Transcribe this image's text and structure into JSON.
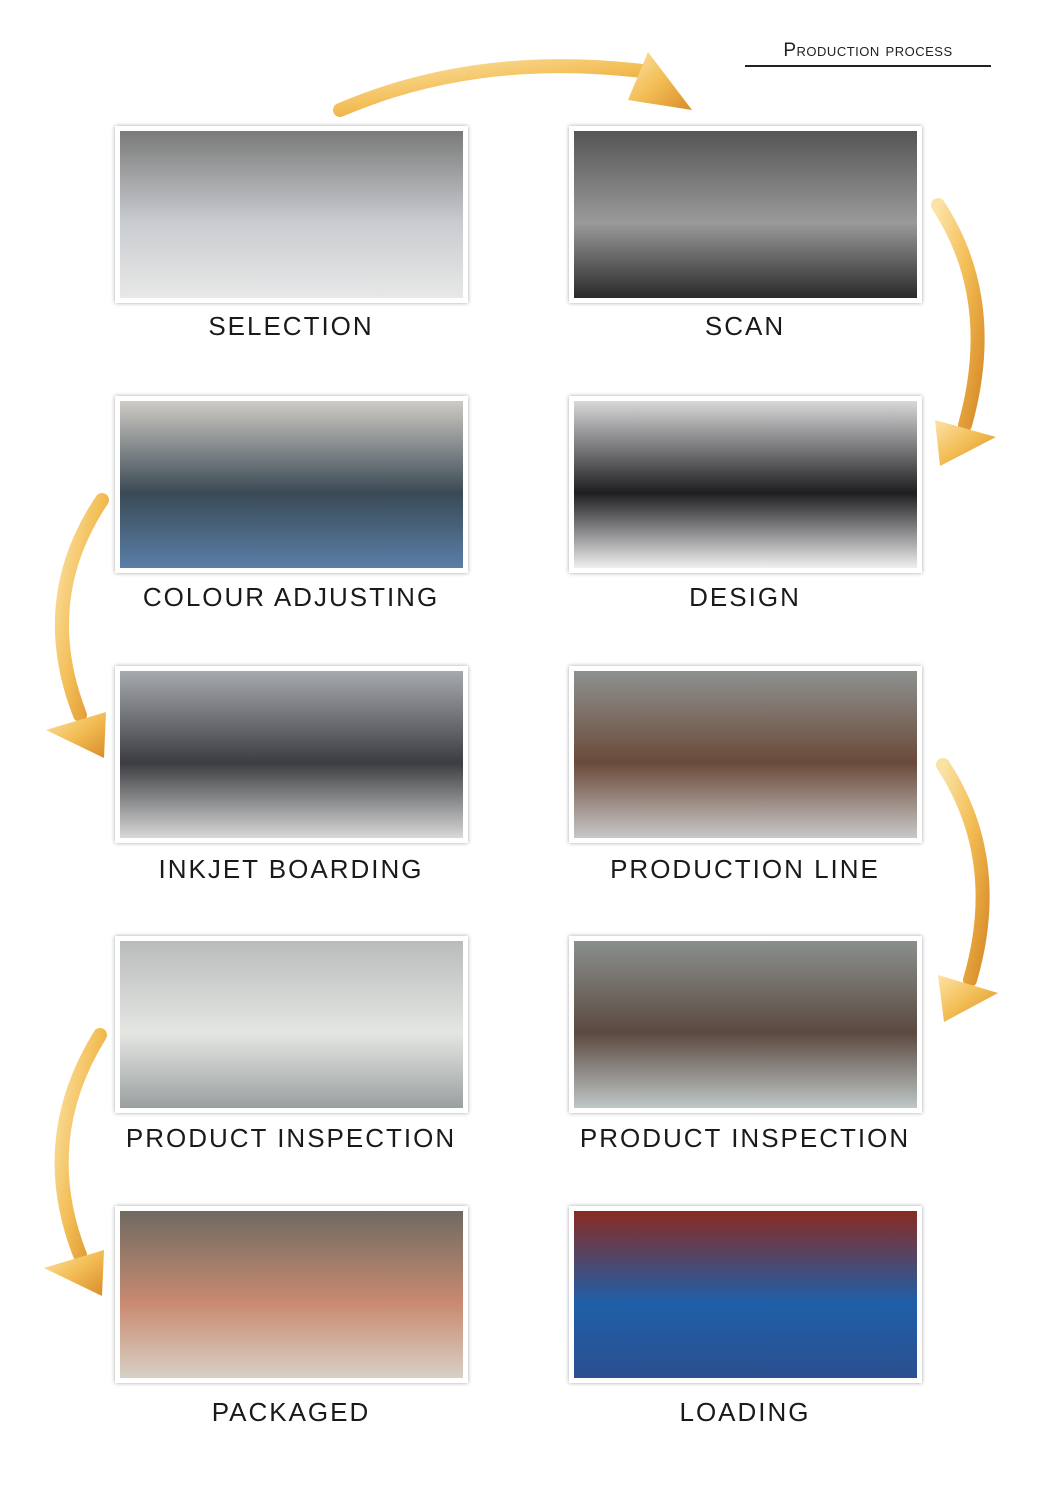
{
  "title": "Production process",
  "accent_color": "#e8a23a",
  "steps": [
    {
      "label": "SELECTION",
      "colors": [
        "#7a7a7a",
        "#c9ccd0",
        "#e8e8e8"
      ]
    },
    {
      "label": "SCAN",
      "colors": [
        "#555",
        "#9a9a9a",
        "#2a2a2a"
      ]
    },
    {
      "label": "COLOUR ADJUSTING",
      "colors": [
        "#cfcbc4",
        "#3a4a55",
        "#5a7ea8"
      ]
    },
    {
      "label": "DESIGN",
      "colors": [
        "#d8d8d8",
        "#1e1e22",
        "#f0f0f0"
      ]
    },
    {
      "label": "INKJET BOARDING",
      "colors": [
        "#a7aaad",
        "#3b3d40",
        "#d8d8d8"
      ]
    },
    {
      "label": "PRODUCTION LINE",
      "colors": [
        "#8e918f",
        "#6a4a3a",
        "#c8c8c8"
      ]
    },
    {
      "label": "PRODUCT INSPECTION",
      "colors": [
        "#b9bcbc",
        "#e4e6e2",
        "#9aa0a0"
      ]
    },
    {
      "label": "PRODUCT INSPECTION",
      "colors": [
        "#8a8f8c",
        "#5b4a40",
        "#bfc7c7"
      ]
    },
    {
      "label": "PACKAGED",
      "colors": [
        "#6f6a62",
        "#c98a70",
        "#d7d0c5"
      ]
    },
    {
      "label": "LOADING",
      "colors": [
        "#8a2a22",
        "#1f5fa8",
        "#2b4f8f"
      ]
    }
  ]
}
